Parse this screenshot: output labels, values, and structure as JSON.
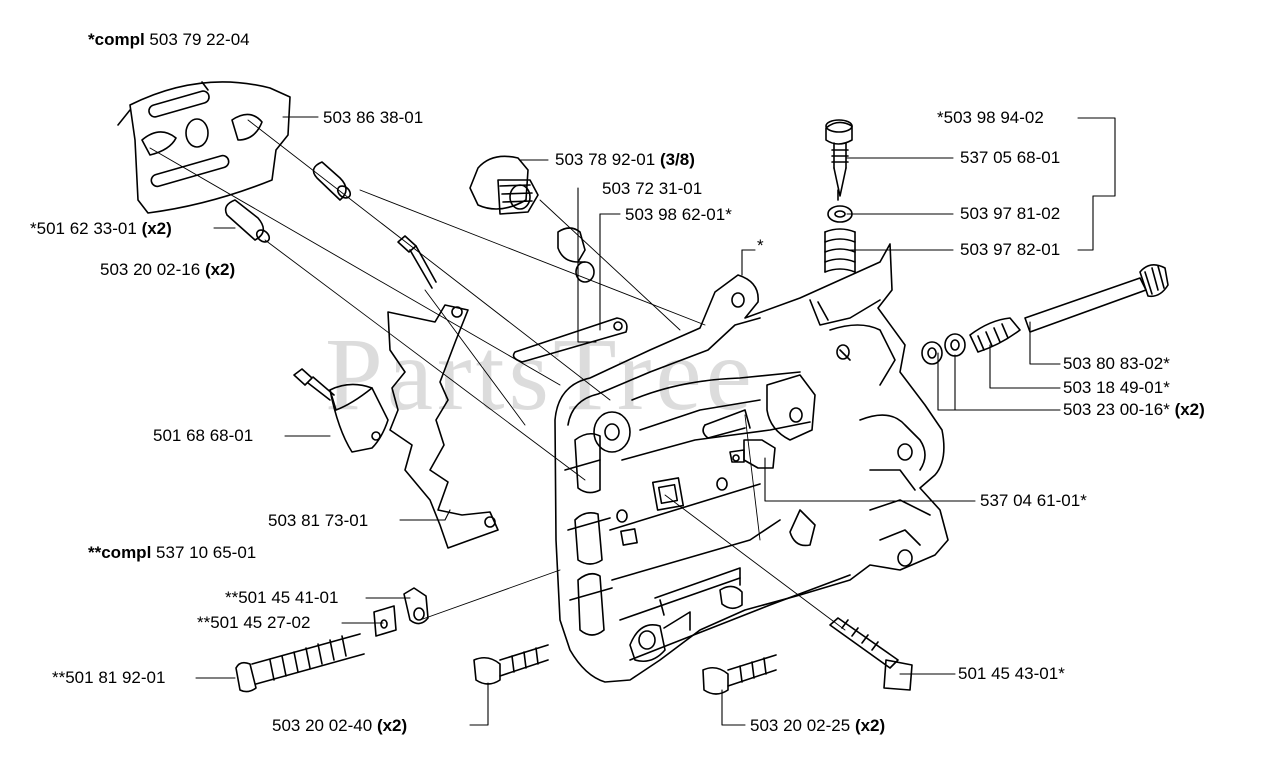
{
  "watermark": "PartsTree",
  "headers": {
    "main": {
      "prefix": "*compl",
      "number": "503 79 22-04"
    },
    "sub": {
      "prefix": "**compl",
      "number": "537 10 65-01"
    }
  },
  "parts": [
    {
      "id": "p1",
      "number": "503 86 38-01",
      "qty": ""
    },
    {
      "id": "p2",
      "number": "503 78 92-01",
      "qty": "(3/8)"
    },
    {
      "id": "p3",
      "number": "503 72 31-01",
      "qty": ""
    },
    {
      "id": "p4",
      "number": "503 98 62-01*",
      "qty": ""
    },
    {
      "id": "p5",
      "number": "*",
      "qty": ""
    },
    {
      "id": "p6",
      "number": "*501 62 33-01",
      "qty": "(x2)"
    },
    {
      "id": "p7",
      "number": "503 20 02-16",
      "qty": "(x2)"
    },
    {
      "id": "p8",
      "number": "*503 98 94-02",
      "qty": ""
    },
    {
      "id": "p9",
      "number": "537 05 68-01",
      "qty": ""
    },
    {
      "id": "p10",
      "number": "503 97 81-02",
      "qty": ""
    },
    {
      "id": "p11",
      "number": "503 97 82-01",
      "qty": ""
    },
    {
      "id": "p12",
      "number": "503 80 83-02*",
      "qty": ""
    },
    {
      "id": "p13",
      "number": "503 18 49-01*",
      "qty": ""
    },
    {
      "id": "p14",
      "number": "503 23 00-16*",
      "qty": "(x2)"
    },
    {
      "id": "p15",
      "number": "501 68 68-01",
      "qty": ""
    },
    {
      "id": "p16",
      "number": "537 04 61-01*",
      "qty": ""
    },
    {
      "id": "p17",
      "number": "503 81 73-01",
      "qty": ""
    },
    {
      "id": "p18",
      "number": "**501 45 41-01",
      "qty": ""
    },
    {
      "id": "p19",
      "number": "**501 45 27-02",
      "qty": ""
    },
    {
      "id": "p20",
      "number": "**501 81 92-01",
      "qty": ""
    },
    {
      "id": "p21",
      "number": "501 45 43-01*",
      "qty": ""
    },
    {
      "id": "p22",
      "number": "503 20 02-40",
      "qty": "(x2)"
    },
    {
      "id": "p23",
      "number": "503 20 02-25",
      "qty": "(x2)"
    }
  ]
}
